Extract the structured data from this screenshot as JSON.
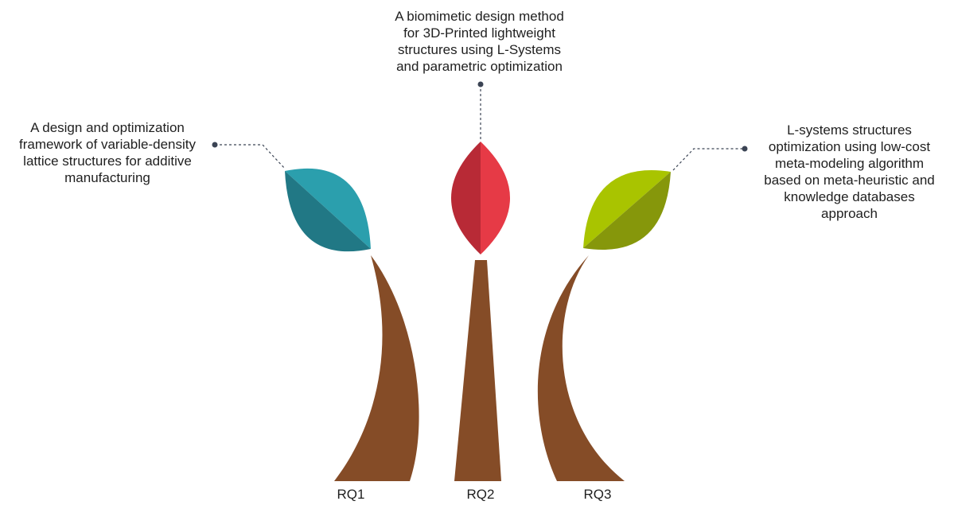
{
  "items": [
    {
      "label": "RQ1",
      "description": [
        "A design and optimization",
        "framework of variable-density",
        "lattice structures for additive",
        "manufacturing"
      ],
      "leaf_colors": {
        "light": "#2b9fad",
        "dark": "#217885"
      }
    },
    {
      "label": "RQ2",
      "description": [
        "A biomimetic design method",
        "for 3D-Printed lightweight",
        "structures using L-Systems",
        "and parametric optimization"
      ],
      "leaf_colors": {
        "light": "#e63a46",
        "dark": "#b82a36"
      }
    },
    {
      "label": "RQ3",
      "description": [
        "L-systems structures",
        "optimization using low-cost",
        "meta-modeling algorithm",
        "based on meta-heuristic and",
        "knowledge databases",
        "approach"
      ],
      "leaf_colors": {
        "light": "#a9c400",
        "dark": "#86970b"
      }
    }
  ],
  "colors": {
    "stem": "#854c27",
    "connector": "#3b4454"
  }
}
